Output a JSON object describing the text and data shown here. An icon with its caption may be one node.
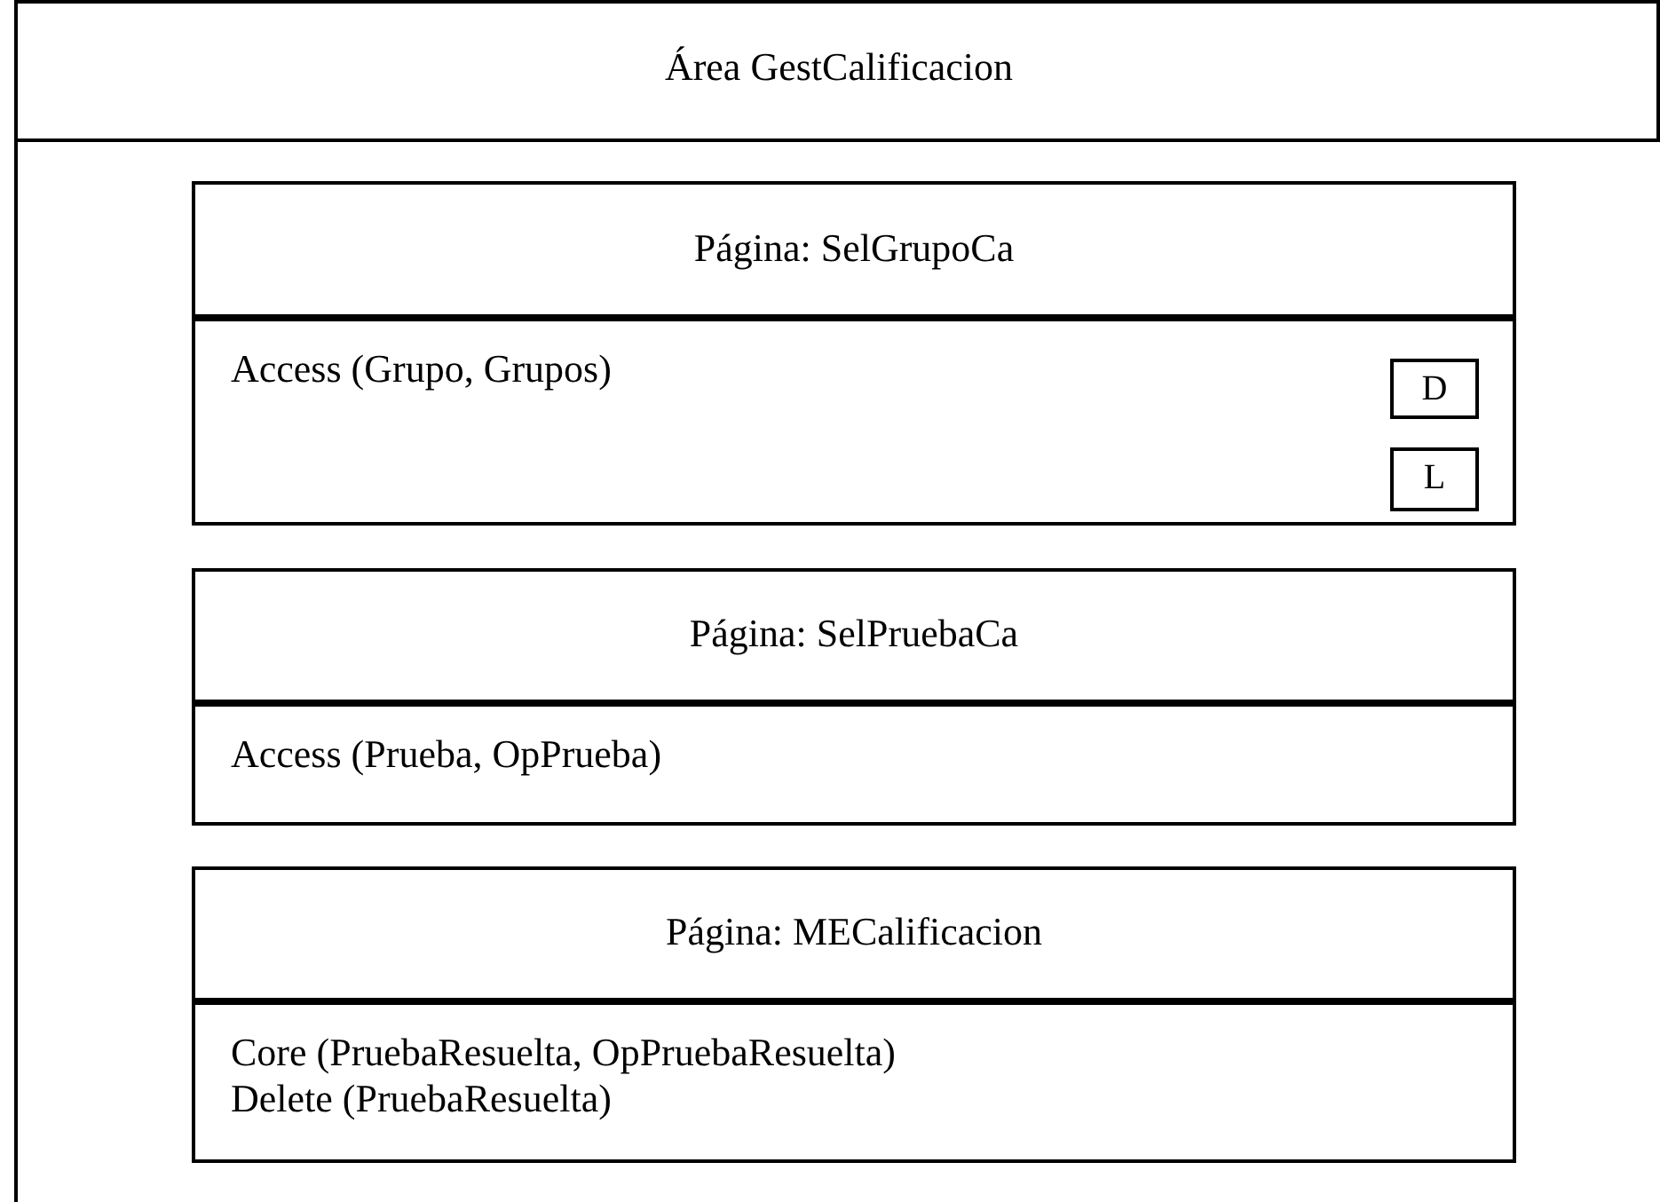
{
  "diagram": {
    "nodes": [
      {
        "text": [
          "Área GestCalificacion"
        ]
      },
      {
        "text": [
          "Página: SelGrupoCa",
          "Access (Grupo, Grupos)"
        ],
        "in": 0
      },
      {
        "text": [
          "D"
        ],
        "in": 1
      },
      {
        "text": [
          "L"
        ],
        "in": 1
      },
      {
        "text": [
          "Página: SelPruebaCa",
          "Access (Prueba, OpPrueba)"
        ],
        "in": 0
      },
      {
        "text": [
          "Página: MECalificacion",
          "Core (PruebaResuelta, OpPruebaResuelta)",
          "Delete (PruebaResuelta)"
        ],
        "in": 0
      }
    ]
  }
}
